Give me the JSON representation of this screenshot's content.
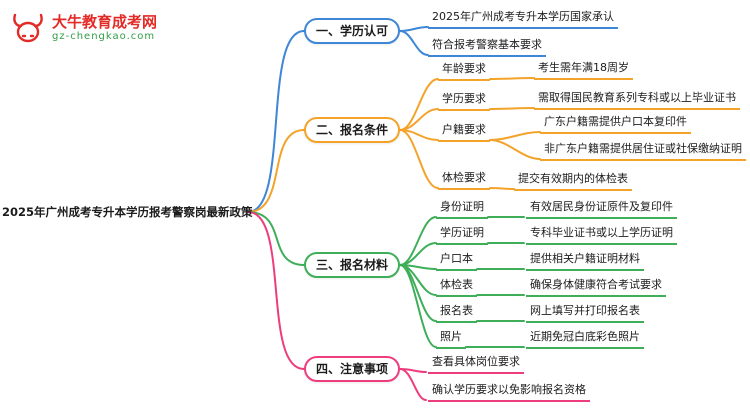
{
  "logo": {
    "title": "大牛教育成考网",
    "subtitle": "gz-chengkao.com",
    "brand_red": "#e22a26",
    "brand_green": "#2f9e44"
  },
  "root": {
    "label": "2025年广州成考专升本学历报考警察岗最新政策"
  },
  "colors": {
    "branch1": "#3e86d6",
    "branch2": "#f3a32a",
    "branch3": "#3fae58",
    "branch4": "#ee3d7e"
  },
  "branches": [
    {
      "label": "一、学历认可",
      "color": "#3e86d6",
      "leaves": [
        "2025年广州成考专升本学历国家承认",
        "符合报考警察基本要求"
      ]
    },
    {
      "label": "二、报名条件",
      "color": "#f3a32a",
      "children": [
        {
          "label": "年龄要求",
          "leaves": [
            "考生需年满18周岁"
          ]
        },
        {
          "label": "学历要求",
          "leaves": [
            "需取得国民教育系列专科或以上毕业证书"
          ]
        },
        {
          "label": "户籍要求",
          "leaves": [
            "广东户籍需提供户口本复印件",
            "非广东户籍需提供居住证或社保缴纳证明"
          ]
        },
        {
          "label": "体检要求",
          "leaves": [
            "提交有效期内的体检表"
          ]
        }
      ]
    },
    {
      "label": "三、报名材料",
      "color": "#3fae58",
      "children": [
        {
          "label": "身份证明",
          "leaves": [
            "有效居民身份证原件及复印件"
          ]
        },
        {
          "label": "学历证明",
          "leaves": [
            "专科毕业证书或以上学历证明"
          ]
        },
        {
          "label": "户口本",
          "leaves": [
            "提供相关户籍证明材料"
          ]
        },
        {
          "label": "体检表",
          "leaves": [
            "确保身体健康符合考试要求"
          ]
        },
        {
          "label": "报名表",
          "leaves": [
            "网上填写并打印报名表"
          ]
        },
        {
          "label": "照片",
          "leaves": [
            "近期免冠白底彩色照片"
          ]
        }
      ]
    },
    {
      "label": "四、注意事项",
      "color": "#ee3d7e",
      "leaves": [
        "查看具体岗位要求",
        "确认学历要求以免影响报名资格"
      ]
    }
  ]
}
